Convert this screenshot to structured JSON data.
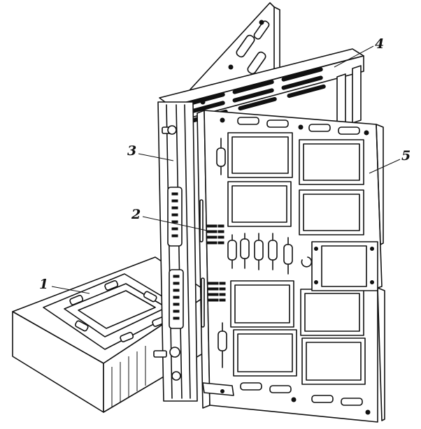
{
  "callouts": [
    {
      "id": "part-1",
      "label": "1"
    },
    {
      "id": "part-2",
      "label": "2"
    },
    {
      "id": "part-3",
      "label": "3"
    },
    {
      "id": "part-4",
      "label": "4"
    },
    {
      "id": "part-5",
      "label": "5"
    }
  ]
}
